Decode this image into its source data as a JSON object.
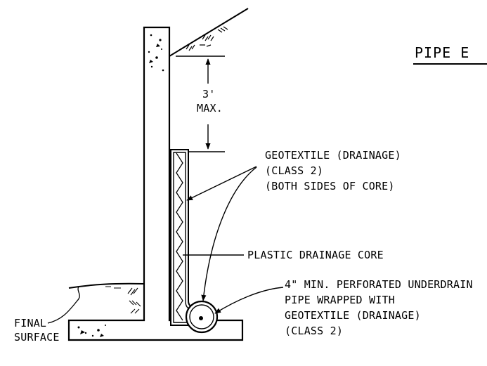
{
  "title": "PIPE E",
  "dimension": {
    "line1": "3'",
    "line2": "MAX."
  },
  "labels": {
    "geotextile": [
      "GEOTEXTILE (DRAINAGE)",
      "(CLASS 2)",
      "(BOTH SIDES OF CORE)"
    ],
    "core": "PLASTIC DRAINAGE CORE",
    "underdrain": [
      "4\" MIN. PERFORATED UNDERDRAIN",
      "PIPE WRAPPED WITH",
      "GEOTEXTILE (DRAINAGE)",
      "(CLASS 2)"
    ],
    "final_surface": [
      "FINAL",
      "SURFACE"
    ]
  }
}
